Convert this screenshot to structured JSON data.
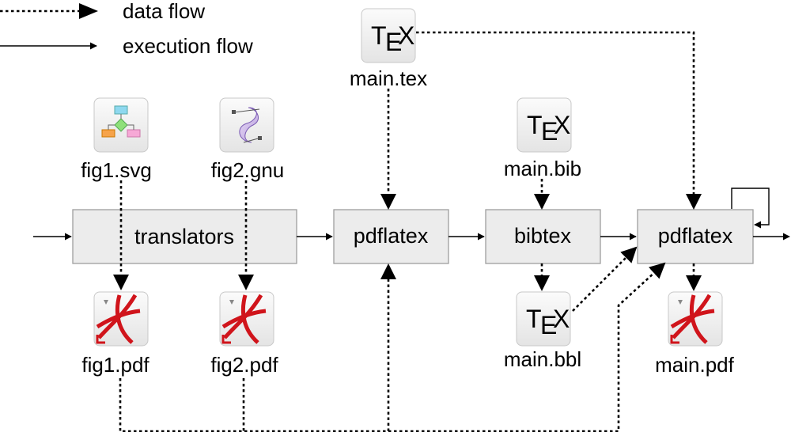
{
  "legend": {
    "data_flow": "data flow",
    "execution_flow": "execution flow"
  },
  "files": {
    "fig1_svg": "fig1.svg",
    "fig2_gnu": "fig2.gnu",
    "main_tex": "main.tex",
    "main_bib": "main.bib",
    "fig1_pdf": "fig1.pdf",
    "fig2_pdf": "fig2.pdf",
    "main_bbl": "main.bbl",
    "main_pdf": "main.pdf"
  },
  "processes": {
    "translators": "translators",
    "pdflatex_1": "pdflatex",
    "bibtex": "bibtex",
    "pdflatex_2": "pdflatex"
  },
  "icons": {
    "tex_logo_T": "T",
    "tex_logo_E": "E",
    "tex_logo_X": "X",
    "fig1_svg": "flowchart-icon",
    "fig2_gnu": "curve-icon",
    "fig1_pdf": "pdf-icon",
    "fig2_pdf": "pdf-icon",
    "main_tex": "tex-icon",
    "main_bib": "tex-icon",
    "main_bbl": "tex-icon",
    "main_pdf": "pdf-icon"
  },
  "colors": {
    "process_fill": "#ececec",
    "process_stroke": "#9e9e9e",
    "pdf_red": "#d0141b"
  }
}
